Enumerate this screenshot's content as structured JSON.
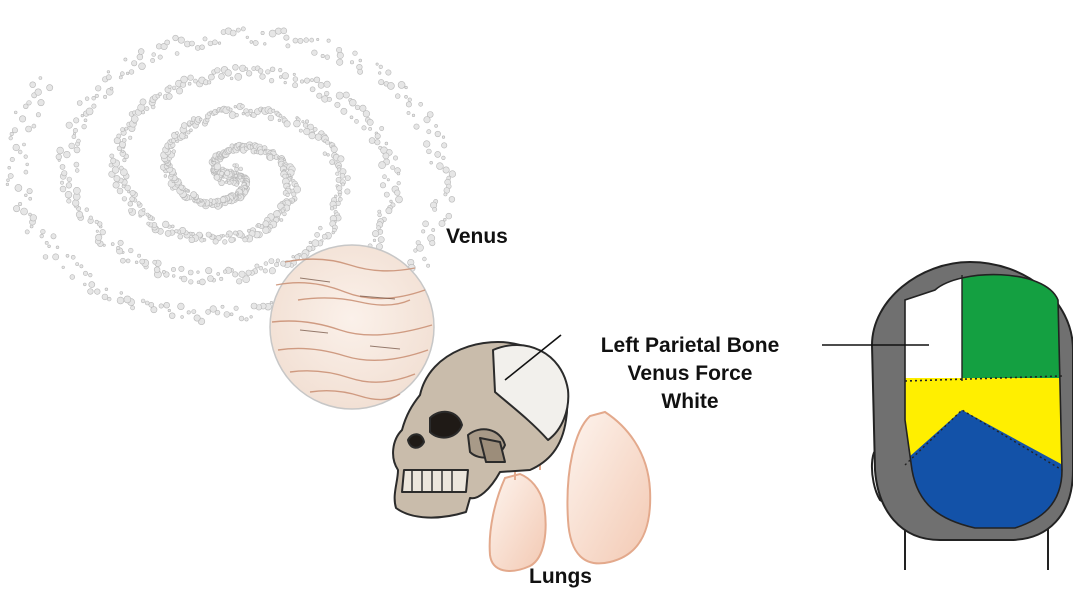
{
  "labels": {
    "venus": "Venus",
    "bone": "Left Parietal Bone",
    "force": "Venus Force",
    "color": "White",
    "lungs": "Lungs"
  },
  "colors": {
    "head_outline": "#707070",
    "region_white": "#ffffff",
    "region_green": "#14a041",
    "region_yellow": "#ffef00",
    "region_blue": "#1352a8",
    "lungs_tint": "#f6dccd",
    "planet_tint": "#f3e3d8",
    "skull_bone": "#c9bcab"
  }
}
